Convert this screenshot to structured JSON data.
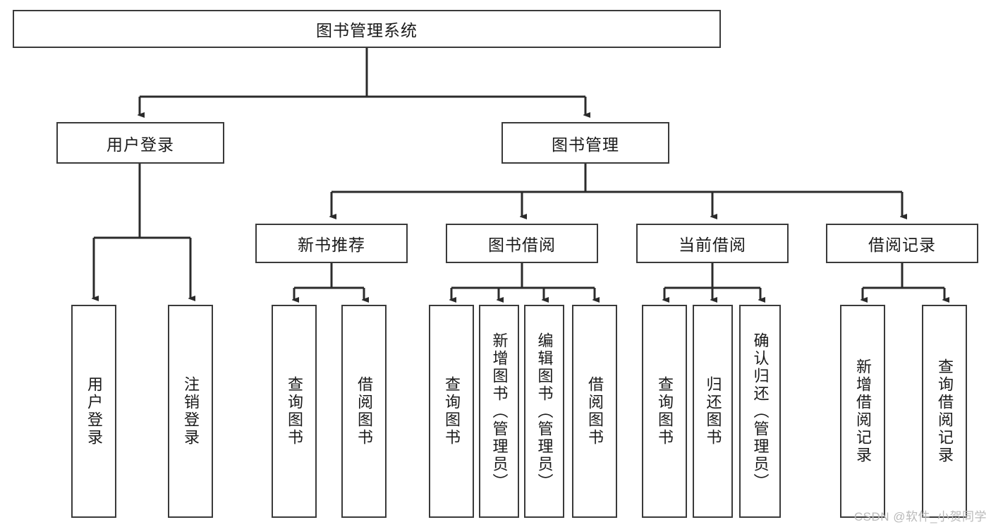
{
  "diagram": {
    "title": "图书管理系统",
    "type": "hierarchy-tree",
    "root": {
      "id": "root",
      "label": "图书管理系统"
    },
    "level2": [
      {
        "id": "user-login",
        "label": "用户登录"
      },
      {
        "id": "book-manage",
        "label": "图书管理"
      }
    ],
    "level3": [
      {
        "id": "new-book-recommend",
        "label": "新书推荐"
      },
      {
        "id": "book-borrow",
        "label": "图书借阅"
      },
      {
        "id": "current-borrow",
        "label": "当前借阅"
      },
      {
        "id": "borrow-record",
        "label": "借阅记录"
      }
    ],
    "leaves": {
      "user_login": [
        {
          "id": "leaf-user-login",
          "label": "用户登录"
        },
        {
          "id": "leaf-logout-login",
          "label": "注销登录"
        }
      ],
      "new_book_recommend": [
        {
          "id": "leaf-query-book-1",
          "label": "查询图书"
        },
        {
          "id": "leaf-borrow-book-1",
          "label": "借阅图书"
        }
      ],
      "book_borrow": [
        {
          "id": "leaf-query-book-2",
          "label": "查询图书"
        },
        {
          "id": "leaf-add-book",
          "label": "新增图书（管理员）"
        },
        {
          "id": "leaf-edit-book",
          "label": "编辑图书（管理员）"
        },
        {
          "id": "leaf-borrow-book-2",
          "label": "借阅图书"
        }
      ],
      "current_borrow": [
        {
          "id": "leaf-query-book-3",
          "label": "查询图书"
        },
        {
          "id": "leaf-return-book",
          "label": "归还图书"
        },
        {
          "id": "leaf-confirm-return",
          "label": "确认归还（管理员）"
        }
      ],
      "borrow_record": [
        {
          "id": "leaf-add-record",
          "label": "新增借阅记录"
        },
        {
          "id": "leaf-query-record",
          "label": "查询借阅记录"
        }
      ]
    }
  },
  "watermark": {
    "text": "CSDN @软件_小贺同学"
  },
  "colors": {
    "border": "#3a3a3a",
    "background": "#ffffff",
    "text": "#1a1a1a",
    "watermark": "#b9b9b9"
  }
}
